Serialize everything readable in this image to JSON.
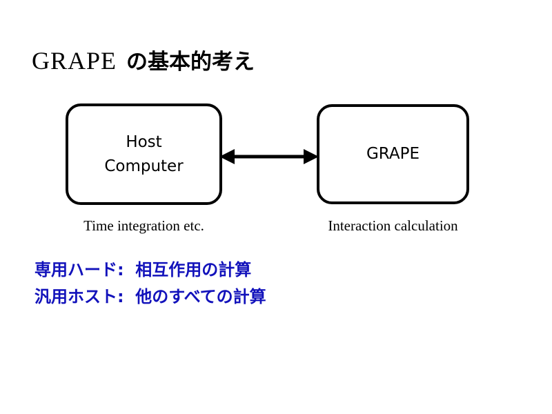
{
  "slide": {
    "background_color": "#ffffff",
    "title": {
      "latin": "GRAPE",
      "japanese": "の基本的考え",
      "color": "#000000"
    },
    "diagram": {
      "type": "block-diagram",
      "nodes": [
        {
          "id": "host",
          "label": "Host\nComputer",
          "caption": "Time integration etc.",
          "border_color": "#000000",
          "fill_color": "#ffffff"
        },
        {
          "id": "grape",
          "label": "GRAPE",
          "caption": "Interaction calculation",
          "border_color": "#000000",
          "fill_color": "#ffffff"
        }
      ],
      "connector": {
        "from": "host",
        "to": "grape",
        "style": "double-headed-arrow",
        "color": "#000000"
      }
    },
    "notes": {
      "color": "#1212bb",
      "lines": [
        "専用ハード:  相互作用の計算",
        "汎用ホスト:  他のすべての計算"
      ]
    }
  }
}
